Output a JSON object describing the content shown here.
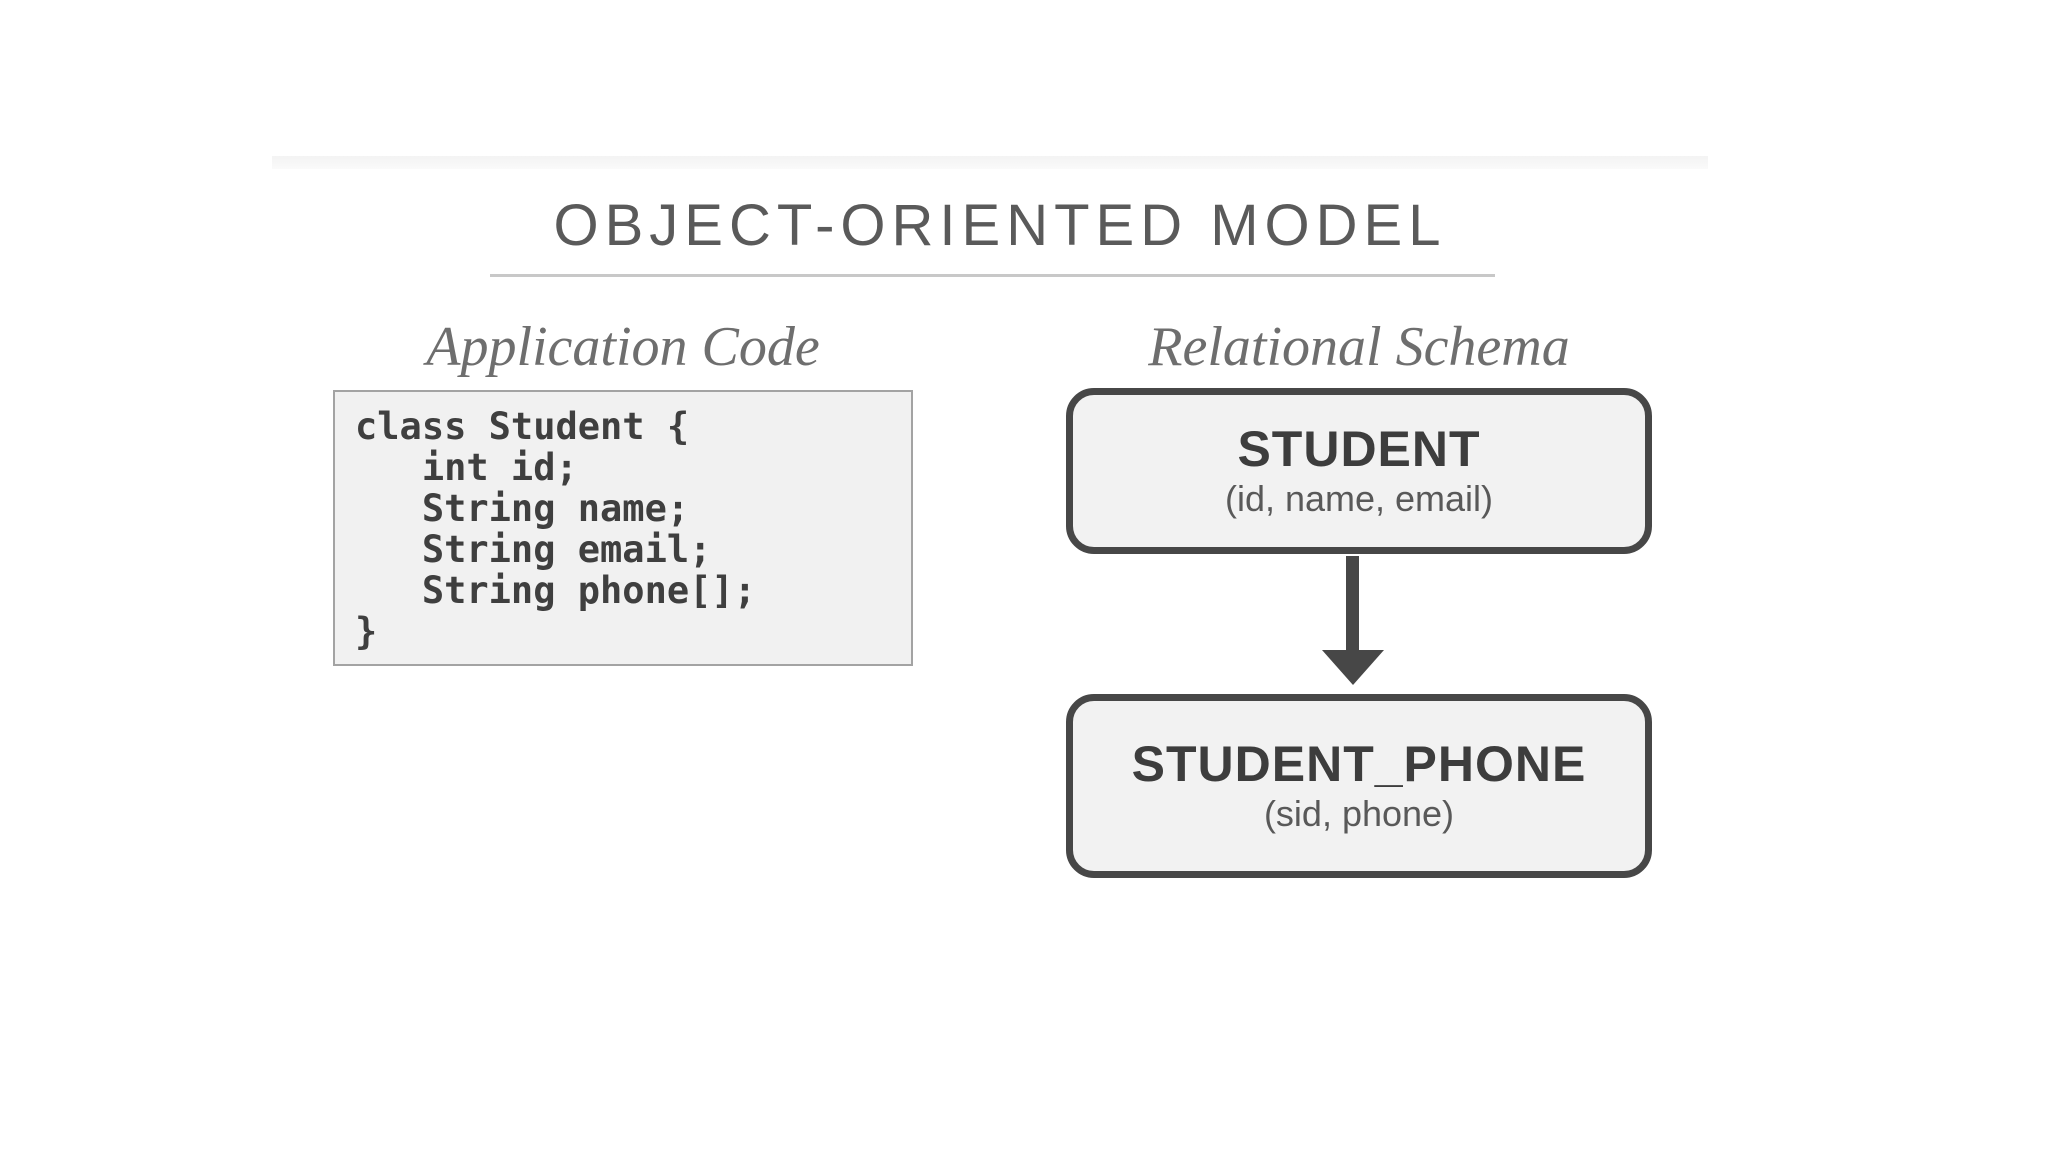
{
  "slide": {
    "title": "OBJECT-ORIENTED MODEL",
    "left_panel": {
      "heading": "Application Code",
      "code_lines": [
        "class Student {",
        "   int id;",
        "   String name;",
        "   String email;",
        "   String phone[];",
        "}"
      ]
    },
    "right_panel": {
      "heading": "Relational Schema",
      "tables": [
        {
          "name": "STUDENT",
          "columns": "(id, name, email)"
        },
        {
          "name": "STUDENT_PHONE",
          "columns": "(sid, phone)"
        }
      ],
      "relationship": "STUDENT to STUDENT_PHONE down-arrow"
    },
    "colors": {
      "background": "#ffffff",
      "title_text": "#5a5a5a",
      "title_underline": "#c8c8c8",
      "heading_text": "#6e6e6e",
      "code_box_fill": "#f1f1f1",
      "code_box_border": "#a3a3a3",
      "code_text": "#3f3f3f",
      "table_box_fill": "#f2f2f2",
      "table_box_border": "#474747",
      "table_name_text": "#3d3d3d",
      "table_columns_text": "#595959",
      "arrow": "#474747"
    }
  }
}
